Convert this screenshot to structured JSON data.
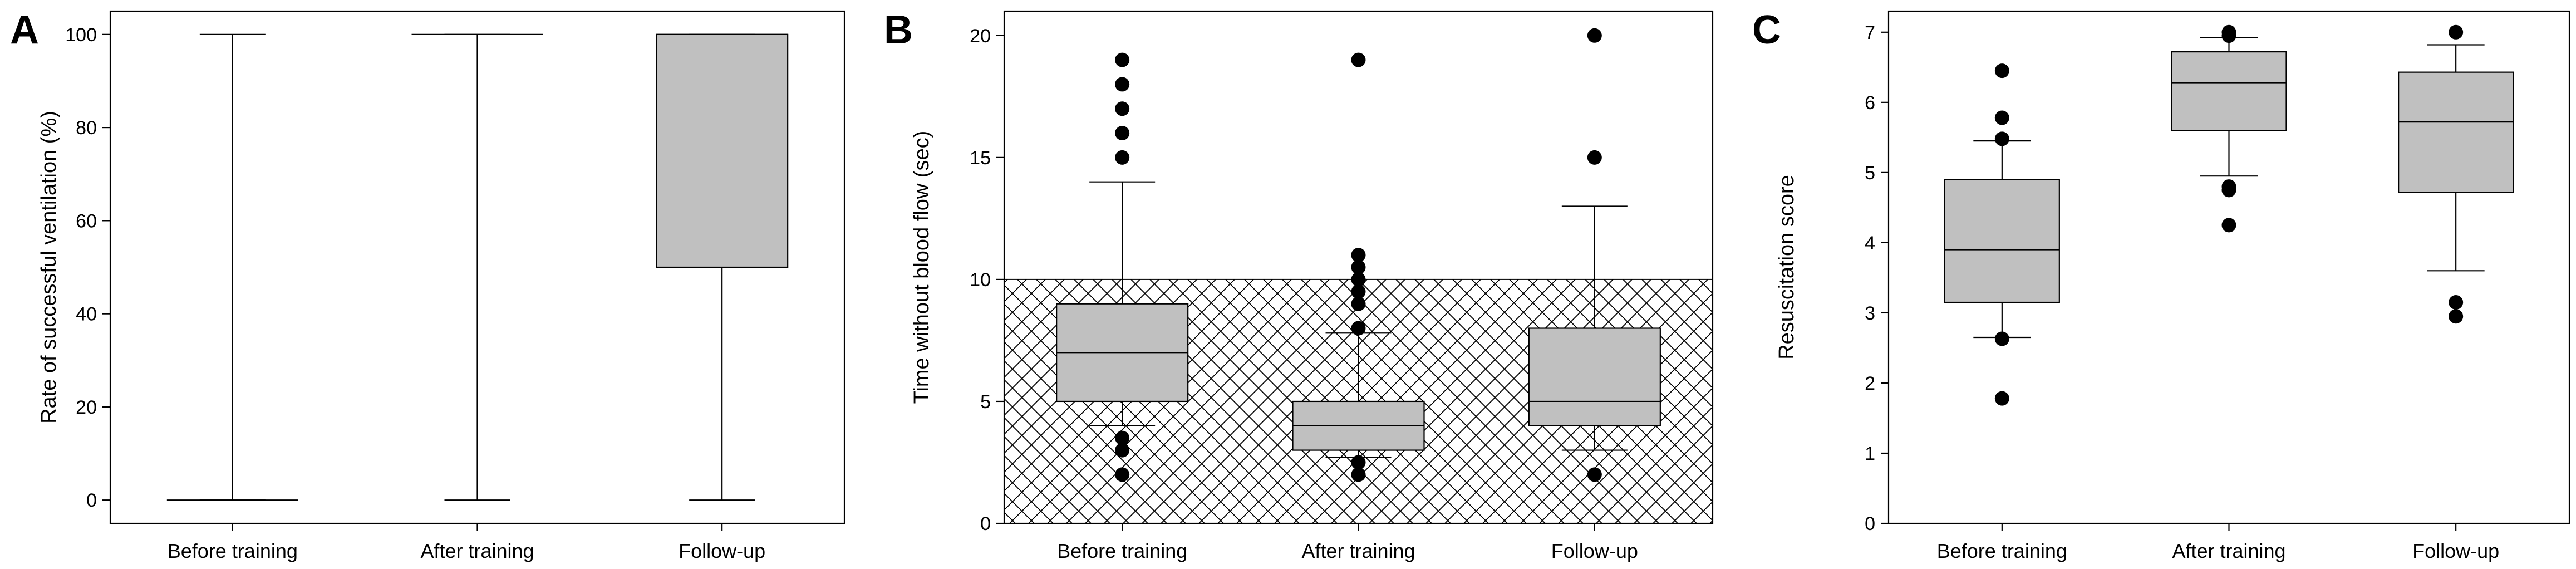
{
  "figure": {
    "panels": [
      {
        "letter": "A"
      },
      {
        "letter": "B"
      },
      {
        "letter": "C"
      }
    ]
  },
  "chart_data": [
    {
      "type": "box",
      "panel": "A",
      "title": "",
      "xlabel": "",
      "ylabel": "Rate of successful ventilation (%)",
      "ylim": [
        -5,
        105
      ],
      "yticks": [
        0,
        20,
        40,
        60,
        80,
        100
      ],
      "categories": [
        "Before training",
        "After training",
        "Follow-up"
      ],
      "boxes": [
        {
          "category": "Before training",
          "min": 0,
          "q1": 0,
          "median": 0,
          "q3": 0,
          "max": 100,
          "outliers": []
        },
        {
          "category": "After training",
          "min": 0,
          "q1": 100,
          "median": 100,
          "q3": 100,
          "max": 100,
          "outliers": []
        },
        {
          "category": "Follow-up",
          "min": 0,
          "q1": 50,
          "median": 100,
          "q3": 100,
          "max": 100,
          "outliers": []
        }
      ],
      "grid": false,
      "box_color": "#c0c0c0"
    },
    {
      "type": "box",
      "panel": "B",
      "title": "",
      "xlabel": "",
      "ylabel": "Time without blood flow (sec)",
      "ylim": [
        0,
        21
      ],
      "yticks": [
        0,
        5,
        10,
        15,
        20
      ],
      "categories": [
        "Before training",
        "After training",
        "Follow-up"
      ],
      "shaded_region": {
        "from": 0,
        "to": 10,
        "pattern": "crosshatch"
      },
      "boxes": [
        {
          "category": "Before training",
          "min": 4,
          "q1": 5,
          "median": 7,
          "q3": 9,
          "max": 14,
          "outliers": [
            19,
            18,
            17,
            16,
            15,
            3.5,
            3,
            2
          ]
        },
        {
          "category": "After training",
          "min": 2.7,
          "q1": 3,
          "median": 4,
          "q3": 5,
          "max": 7.8,
          "outliers": [
            19,
            11,
            10.5,
            10,
            9.5,
            9,
            8,
            2.5,
            2
          ]
        },
        {
          "category": "Follow-up",
          "min": 3,
          "q1": 4,
          "median": 5,
          "q3": 8,
          "max": 13,
          "outliers": [
            20,
            15,
            2
          ]
        }
      ],
      "grid": false,
      "box_color": "#c0c0c0"
    },
    {
      "type": "box",
      "panel": "C",
      "title": "",
      "xlabel": "",
      "ylabel": "Resuscitation score",
      "ylim": [
        0,
        7.3
      ],
      "yticks": [
        0,
        1,
        2,
        3,
        4,
        5,
        6,
        7
      ],
      "categories": [
        "Before training",
        "After training",
        "Follow-up"
      ],
      "boxes": [
        {
          "category": "Before training",
          "min": 2.65,
          "q1": 3.15,
          "median": 3.9,
          "q3": 4.9,
          "max": 5.45,
          "outliers": [
            6.45,
            5.78,
            5.48,
            2.63,
            1.78
          ]
        },
        {
          "category": "After training",
          "min": 4.95,
          "q1": 5.6,
          "median": 6.28,
          "q3": 6.72,
          "max": 6.92,
          "outliers": [
            7.0,
            6.95,
            4.8,
            4.75,
            4.25
          ]
        },
        {
          "category": "Follow-up",
          "min": 3.6,
          "q1": 4.72,
          "median": 5.72,
          "q3": 6.43,
          "max": 6.82,
          "outliers": [
            7.0,
            3.15,
            2.95
          ]
        }
      ],
      "grid": false,
      "box_color": "#c0c0c0"
    }
  ]
}
